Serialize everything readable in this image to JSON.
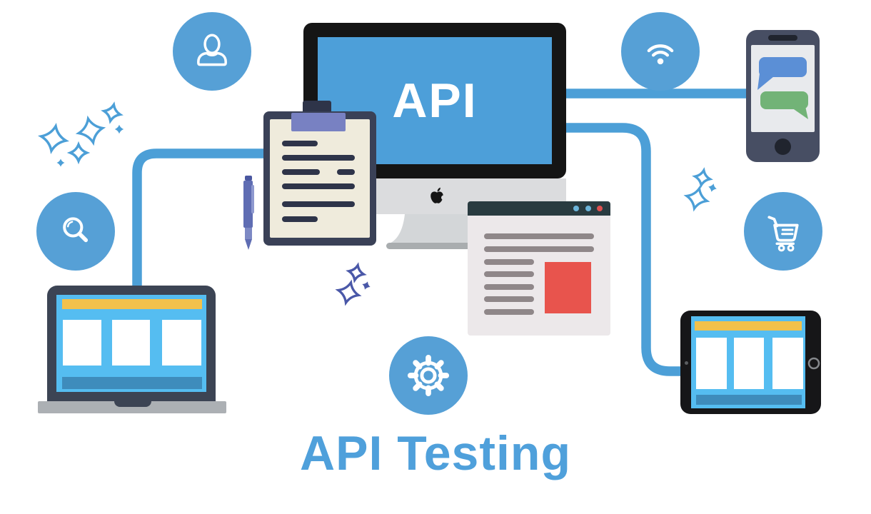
{
  "title": {
    "label": "API Testing",
    "color": "#4FA0DB"
  },
  "monitor": {
    "screen_label": "API"
  },
  "badges": {
    "user": {
      "icon": "user-icon"
    },
    "wifi": {
      "icon": "wifi-icon"
    },
    "search": {
      "icon": "search-icon"
    },
    "cart": {
      "icon": "cart-icon"
    },
    "gear": {
      "icon": "gear-icon"
    }
  },
  "devices": [
    "desktop-monitor",
    "laptop",
    "tablet",
    "smartphone"
  ],
  "documents": [
    "clipboard-checklist",
    "browser-window"
  ],
  "colors": {
    "accent_line_blue": "#4C9FD7",
    "badge_blue": "#56A0D6",
    "monitor_screen_blue": "#4D9FD9",
    "device_screen_blue": "#55BDF1",
    "device_footer_blue": "#3E8CBC",
    "device_header_yellow": "#F2C14B",
    "dark_slate": "#3C4454",
    "phone_body": "#474E63",
    "tablet_body": "#161618",
    "clipboard_navy": "#3A4157",
    "clipboard_paper": "#EFEBDC",
    "clip_purple": "#7881C2",
    "pen_indigo": "#5F6DB3",
    "browser_header_teal": "#293B40",
    "browser_body_gray": "#ECE8EA",
    "browser_line_gray": "#8F8789",
    "browser_image_red": "#E8544D",
    "chat_bubble_blue": "#5B8FD6",
    "chat_bubble_green": "#72B377",
    "sparkle_blue": "#4C9FD7",
    "sparkle_indigo": "#4A58A8",
    "title_blue": "#4FA0DB"
  }
}
